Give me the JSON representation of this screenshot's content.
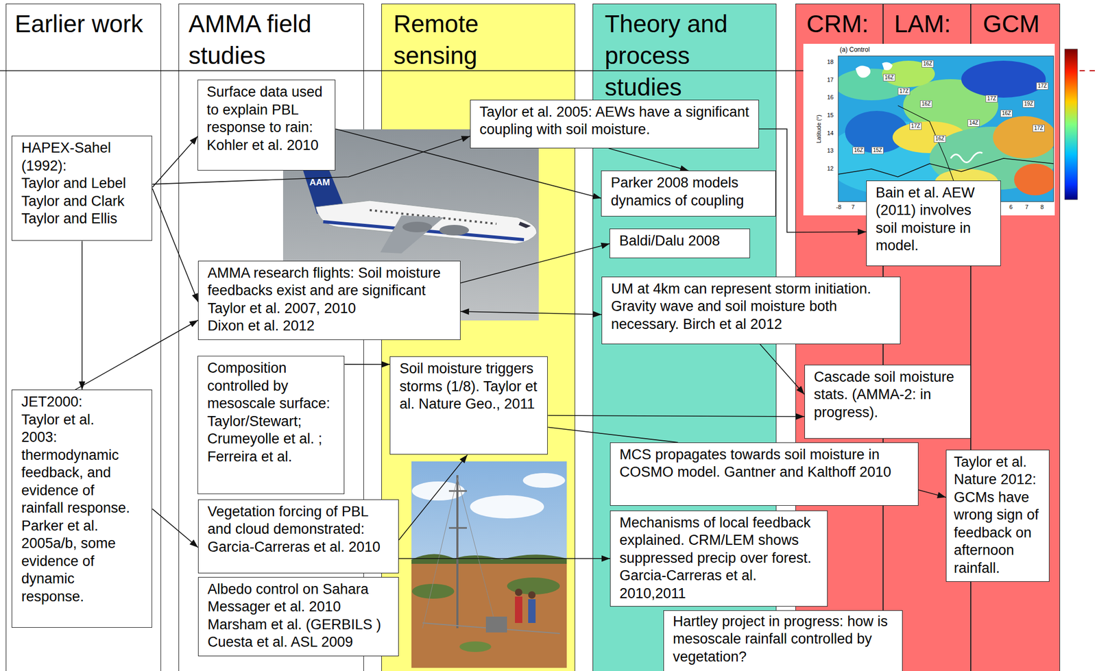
{
  "diagram": {
    "nodes": [
      {
        "text": [
          "Earlier work"
        ]
      },
      {
        "text": [
          "AMMA field studies"
        ]
      },
      {
        "text": [
          "Remote sensing"
        ]
      },
      {
        "text": [
          "Theory and process studies"
        ]
      },
      {
        "text": [
          "CRM:"
        ]
      },
      {
        "text": [
          "LAM:"
        ]
      },
      {
        "text": [
          "GCM"
        ]
      },
      {
        "text": [
          "HAPEX-Sahel (1992):",
          "Taylor and Lebel",
          "Taylor and Clark",
          "Taylor and Ellis"
        ],
        "in": 0
      },
      {
        "text": [
          "JET2000:",
          "Taylor et al. 2003: thermodynamic feedback, and evidence of rainfall response.",
          "Parker et al. 2005a/b, some evidence of dynamic response."
        ],
        "in": 0
      },
      {
        "text": [
          "Surface data used to explain PBL response to rain: Kohler et al. 2010"
        ],
        "in": 1
      },
      {
        "text": [
          "AMMA research flights: Soil moisture feedbacks exist and are significant",
          "Taylor et al. 2007, 2010",
          "Dixon et al. 2012"
        ]
      },
      {
        "text": [
          "Composition controlled by mesoscale surface: Taylor/Stewart; Crumeyolle et al. ; Ferreira et al."
        ],
        "in": 1
      },
      {
        "text": [
          "Soil moisture triggers storms (1/8). Taylor et al. Nature Geo., 2011"
        ],
        "in": 2
      },
      {
        "text": [
          "Vegetation forcing of PBL and cloud demonstrated: Garcia-Carreras et al. 2010"
        ]
      },
      {
        "text": [
          "Albedo control on Sahara Messager et al. 2010 Marsham et al. (GERBILS ) Cuesta et al. ASL 2009"
        ]
      },
      {
        "text": [
          "Taylor et al. 2005: AEWs have a significant coupling with soil moisture."
        ]
      },
      {
        "text": [
          "Parker 2008 models dynamics of coupling"
        ],
        "in": 3
      },
      {
        "text": [
          "Baldi/Dalu 2008"
        ],
        "in": 3
      },
      {
        "text": [
          "UM at 4km can represent storm initiation. Gravity wave and soil moisture both necessary. Birch et al 2012"
        ]
      },
      {
        "text": [
          "Cascade soil moisture stats. (AMMA-2: in progress)."
        ]
      },
      {
        "text": [
          "MCS propagates towards soil moisture in COSMO model. Gantner and Kalthoff 2010"
        ]
      },
      {
        "text": [
          "Mechanisms of local feedback explained. CRM/LEM shows suppressed precip over forest. Garcia-Carreras et al. 2010,2011"
        ]
      },
      {
        "text": [
          "Hartley project in progress: how is mesoscale rainfall controlled by vegetation?"
        ]
      },
      {
        "text": [
          "Bain et al. AEW (2011) involves soil moisture in model."
        ]
      },
      {
        "text": [
          "Taylor et al. Nature 2012: GCMs have wrong sign of feedback on afternoon rainfall."
        ]
      }
    ],
    "edges": [
      {
        "from": 7,
        "to": 9,
        "arrow": "to"
      },
      {
        "from": 7,
        "to": 15,
        "arrow": "to"
      },
      {
        "from": 7,
        "to": 10,
        "arrow": "to"
      },
      {
        "from": 7,
        "to": 8,
        "arrow": "to"
      },
      {
        "from": 8,
        "to": 10,
        "arrow": "to"
      },
      {
        "from": 8,
        "to": 13,
        "arrow": "to"
      },
      {
        "from": 9,
        "to": 16,
        "arrow": "to"
      },
      {
        "from": 15,
        "to": 16,
        "arrow": "to"
      },
      {
        "from": 15,
        "to": 23,
        "arrow": "to"
      },
      {
        "from": 10,
        "to": 17,
        "arrow": "to"
      },
      {
        "from": 10,
        "to": 18,
        "arrow": "both"
      },
      {
        "from": 11,
        "to": 12,
        "arrow": "to"
      },
      {
        "from": 12,
        "to": 19,
        "arrow": "to"
      },
      {
        "from": 18,
        "to": 19,
        "arrow": "to"
      },
      {
        "from": 12,
        "to": 20,
        "arrow": "none"
      },
      {
        "from": 20,
        "to": 24,
        "arrow": "to"
      },
      {
        "from": 13,
        "to": 12,
        "arrow": "to"
      },
      {
        "from": 13,
        "to": 21,
        "arrow": "to"
      }
    ],
    "labels": [
      "AAM",
      "(a) Control",
      "Latitude (°)",
      "18",
      "17",
      "16",
      "15",
      "14",
      "13",
      "12",
      "-8",
      "7",
      "6",
      "7",
      "8",
      "16Z",
      "16Z",
      "17Z",
      "16Z",
      "17Z",
      "16Z",
      "14Z",
      "17Z",
      "16Z",
      "19Z",
      "16Z",
      "15Z",
      "17Z",
      "17Z"
    ]
  }
}
